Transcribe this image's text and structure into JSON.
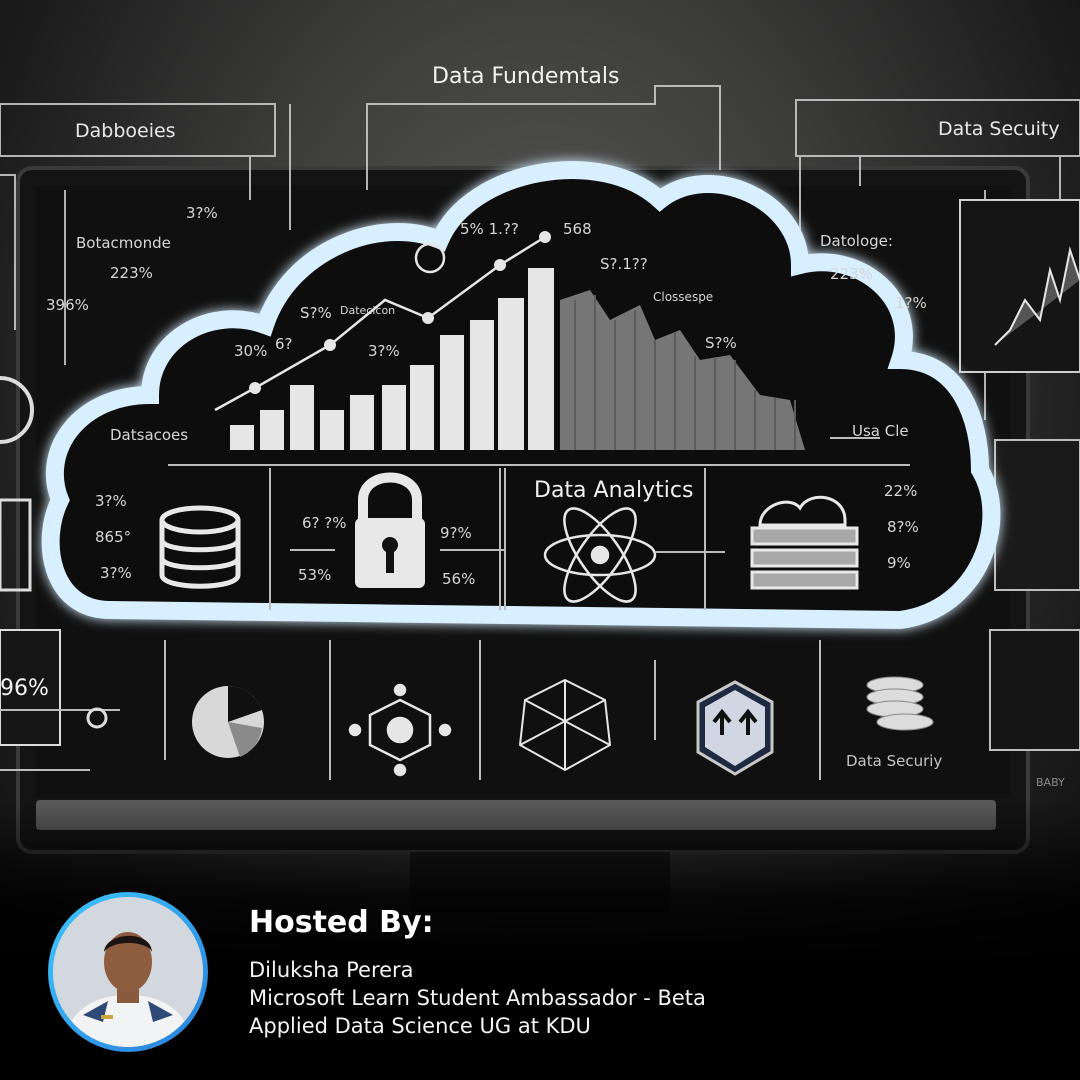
{
  "labels": {
    "top_center": "Data Fundemtals",
    "top_left": "Dabboeies",
    "top_right": "Data Secuity",
    "left_name": "Botacmonde",
    "right_name": "Datologe:",
    "datasources": "Datsacoes",
    "small_cloud": "Datecicon",
    "classpage": "Clossespe",
    "usa_cle": "Usa Cle",
    "bottom_security": "Data Securiy",
    "analytics_title": "Data Analytics",
    "partial_right": "BABY"
  },
  "percentages": {
    "p_left_1": "3?%",
    "p_left_2": "223%",
    "p_left_3": "396%",
    "p_left_4": "30%",
    "p_left_5": "6?",
    "p_c1": "S?%",
    "p_c2": "5% 1.??",
    "p_c3": "568",
    "p_c4": "3?%",
    "p_c5": "S?.1??",
    "p_c6": "S?%",
    "p_right_1": "223%",
    "p_right_2": "1?%",
    "p_db1": "3?%",
    "p_db2": "865°",
    "p_db3": "3?%",
    "p_lock1": "6? ?%",
    "p_lock2": "53%",
    "p_lock3": "9?%",
    "p_lock4": "56%",
    "p_r1": "22%",
    "p_r2": "8?%",
    "p_r3": "9%",
    "p_far_left": "96%"
  },
  "host": {
    "heading": "Hosted By:",
    "name": "Diluksha Perera",
    "role": "Microsoft Learn Student Ambassador - Beta",
    "study": "Applied Data Science UG at KDU"
  },
  "colors": {
    "glow": "#bfe6ff",
    "accent": "#3ec8ff",
    "bg": "#3d3d3c"
  }
}
